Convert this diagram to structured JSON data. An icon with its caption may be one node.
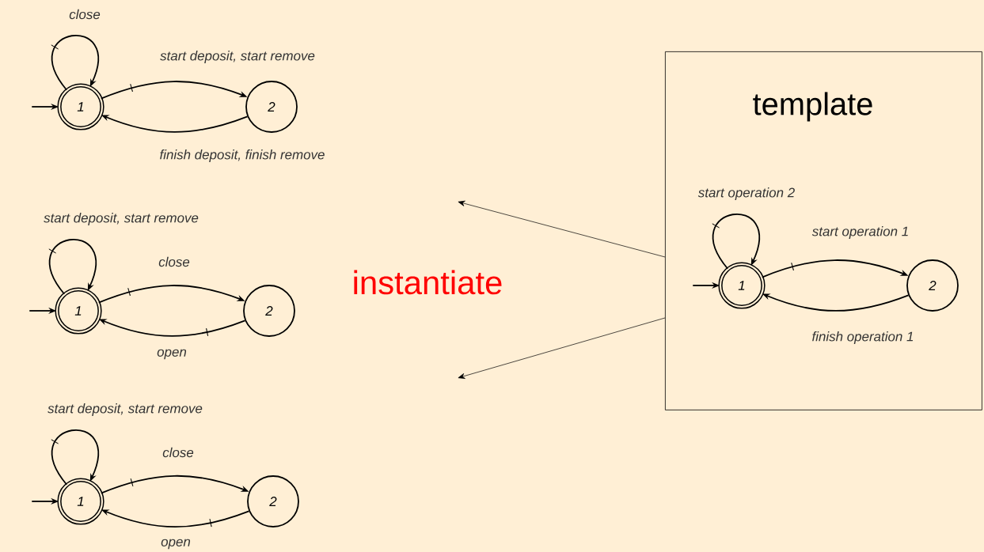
{
  "diagram": {
    "nodes": [
      {
        "text": [
          "1"
        ]
      },
      {
        "text": [
          "2"
        ]
      },
      {
        "text": [
          "1"
        ]
      },
      {
        "text": [
          "2"
        ]
      },
      {
        "text": [
          "1"
        ]
      },
      {
        "text": [
          "2"
        ]
      },
      {
        "text": [
          "template"
        ]
      },
      {
        "text": [
          "1"
        ],
        "in": 6
      },
      {
        "text": [
          "2"
        ],
        "in": 6
      }
    ],
    "edges": [
      {
        "from": 0,
        "to": 0,
        "arrow": "to",
        "label": "close"
      },
      {
        "from": 0,
        "to": 1,
        "arrow": "to",
        "label": "start deposit, start remove"
      },
      {
        "from": 1,
        "to": 0,
        "arrow": "to",
        "label": "finish deposit, finish remove"
      },
      {
        "from": null,
        "to": 0,
        "arrow": "to"
      },
      {
        "from": 2,
        "to": 2,
        "arrow": "to",
        "label": "start deposit, start remove"
      },
      {
        "from": 2,
        "to": 3,
        "arrow": "to",
        "label": "close"
      },
      {
        "from": 3,
        "to": 2,
        "arrow": "to",
        "label": "open"
      },
      {
        "from": null,
        "to": 2,
        "arrow": "to"
      },
      {
        "from": 4,
        "to": 4,
        "arrow": "to",
        "label": "start deposit, start remove"
      },
      {
        "from": 4,
        "to": 5,
        "arrow": "to",
        "label": "close"
      },
      {
        "from": 5,
        "to": 4,
        "arrow": "to",
        "label": "open"
      },
      {
        "from": null,
        "to": 4,
        "arrow": "to"
      },
      {
        "from": 7,
        "to": 7,
        "arrow": "to",
        "label": "start operation 2"
      },
      {
        "from": 7,
        "to": 8,
        "arrow": "to",
        "label": "start operation 1"
      },
      {
        "from": 8,
        "to": 7,
        "arrow": "to",
        "label": "finish operation 1"
      },
      {
        "from": null,
        "to": 7,
        "arrow": "to"
      },
      {
        "from": 6,
        "to": null,
        "arrow": "to"
      },
      {
        "from": 6,
        "to": null,
        "arrow": "to"
      }
    ],
    "labels": [
      "instantiate"
    ]
  }
}
